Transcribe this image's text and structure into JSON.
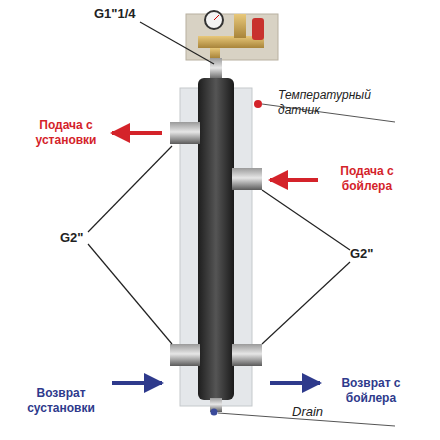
{
  "diagram": {
    "labels": [
      "G1\"1/4",
      "Температурный датчик",
      "Подача с установки",
      "Подача с бойлера",
      "G2\"",
      "G2\"",
      "Возврат сустановки",
      "Возврат с бойлера",
      "Drain"
    ]
  }
}
